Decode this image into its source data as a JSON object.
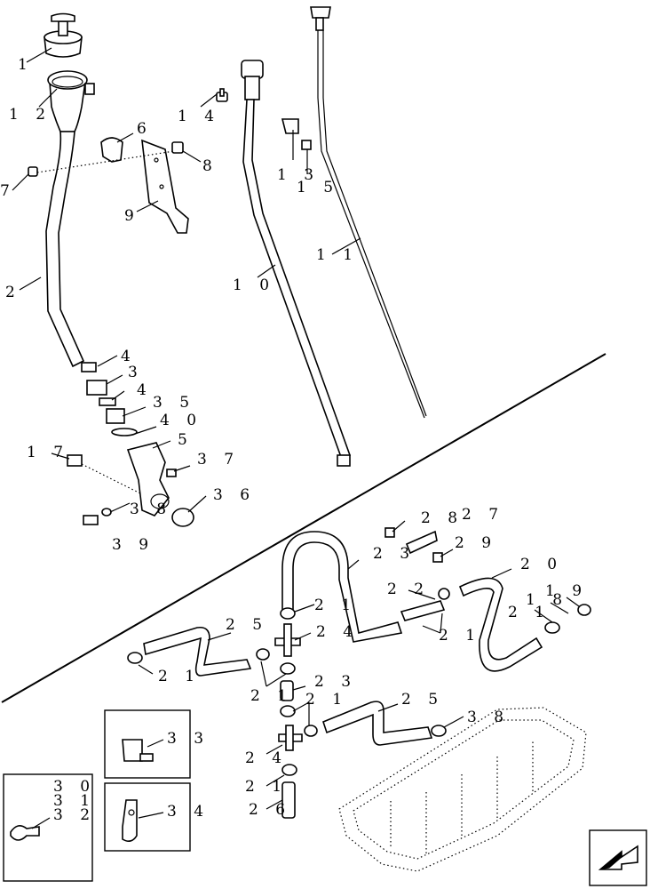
{
  "callouts": {
    "c1": "1",
    "c12": "1 2",
    "c6": "6",
    "c14": "1 4",
    "c8": "8",
    "c7": "7",
    "c9": "9",
    "c13": "1 3",
    "c15": "1 5",
    "c11": "1 1",
    "c10": "1 0",
    "c2": "2",
    "c4a": "4",
    "c3": "3",
    "c4b": "4",
    "c35": "3 5",
    "c40": "4 0",
    "c5": "5",
    "c17": "1 7",
    "c37": "3 7",
    "c36": "3 6",
    "c38a": "3 8",
    "c39": "3 9",
    "c28": "2 8",
    "c27": "2 7",
    "c23a": "2 3",
    "c29": "2 9",
    "c20": "2 0",
    "c22": "2 2",
    "c18": "1 8",
    "c19": "1 9",
    "c21a": "2 1",
    "c21b": "2 1",
    "c21c": "2 1",
    "c25a": "2 5",
    "c24a": "2 4",
    "c21d": "2 1",
    "c21e": "2 1",
    "c23b": "2 3",
    "c21f": "2 1",
    "c25b": "2 5",
    "c38b": "3 8",
    "c33": "3 3",
    "c24b": "2 4",
    "c21g": "2 1",
    "c26": "2 6",
    "c30": "3 0",
    "c31": "3 1",
    "c32": "3 2",
    "c34": "3 4"
  },
  "icons": {
    "nav": "next-page-arrow-icon"
  }
}
